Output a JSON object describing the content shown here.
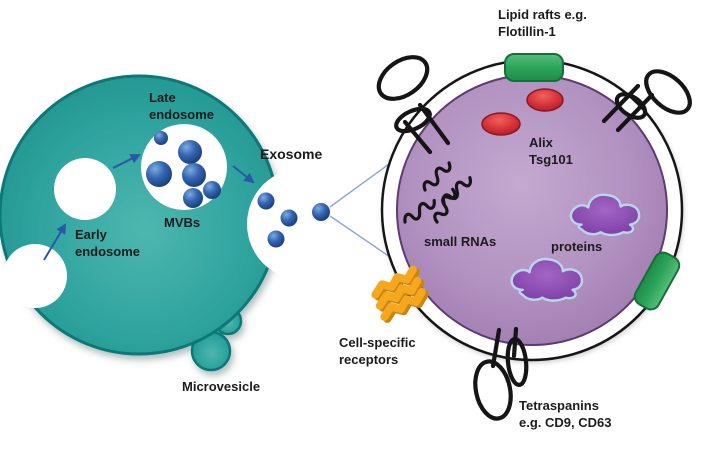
{
  "diagram": {
    "labels": {
      "late_endosome": "Late\nendosome",
      "mvbs": "MVBs",
      "early_endosome": "Early\nendosome",
      "microvesicle": "Microvesicle",
      "exosome": "Exosome",
      "lipid_rafts": "Lipid rafts e.g.\nFlotillin-1",
      "alix_tsg101": "Alix\nTsg101",
      "small_rnas": "small RNAs",
      "proteins": "proteins",
      "cell_specific_receptors": "Cell-specific\nreceptors",
      "tetraspanins": "Tetraspanins\ne.g. CD9, CD63"
    },
    "counts": {
      "mvb_vesicles": 6,
      "released_exosomes": 4
    },
    "colors": {
      "cell_teal": "#2fa39e",
      "cell_teal_rim": "#0f7977",
      "vesicle_blue": "#3566b2",
      "arrow_blue": "#2b57a8",
      "callout_blue": "#8ea6d6",
      "exosome_purple": "#b191c0",
      "exosome_rim": "#5d3a6f",
      "protein_purple": "#8a4cb4",
      "protein_outline": "#b9d6ec",
      "marker_red": "#d42f37",
      "lipid_raft_green": "#2da45a",
      "receptor_orange": "#f5a71f",
      "tetraspanin_black": "#151515"
    }
  }
}
